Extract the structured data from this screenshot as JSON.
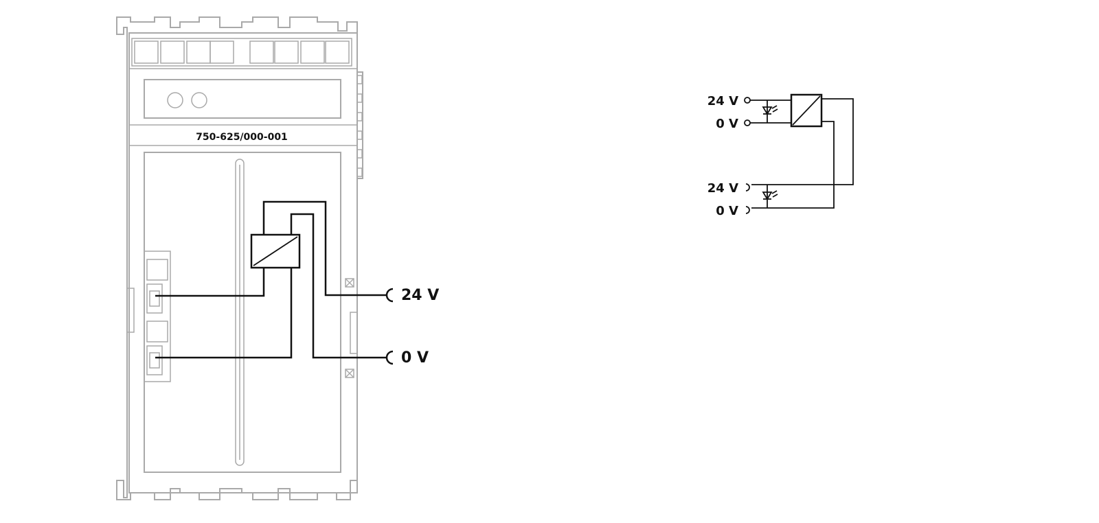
{
  "module": {
    "part_number": "750-625/000-001",
    "terminals": {
      "supply_24v": "24 V",
      "supply_0v": "0 V"
    }
  },
  "schematic": {
    "input_24v": "24 V",
    "input_0v": "0 V",
    "output_24v": "24 V",
    "output_0v": "0 V"
  }
}
